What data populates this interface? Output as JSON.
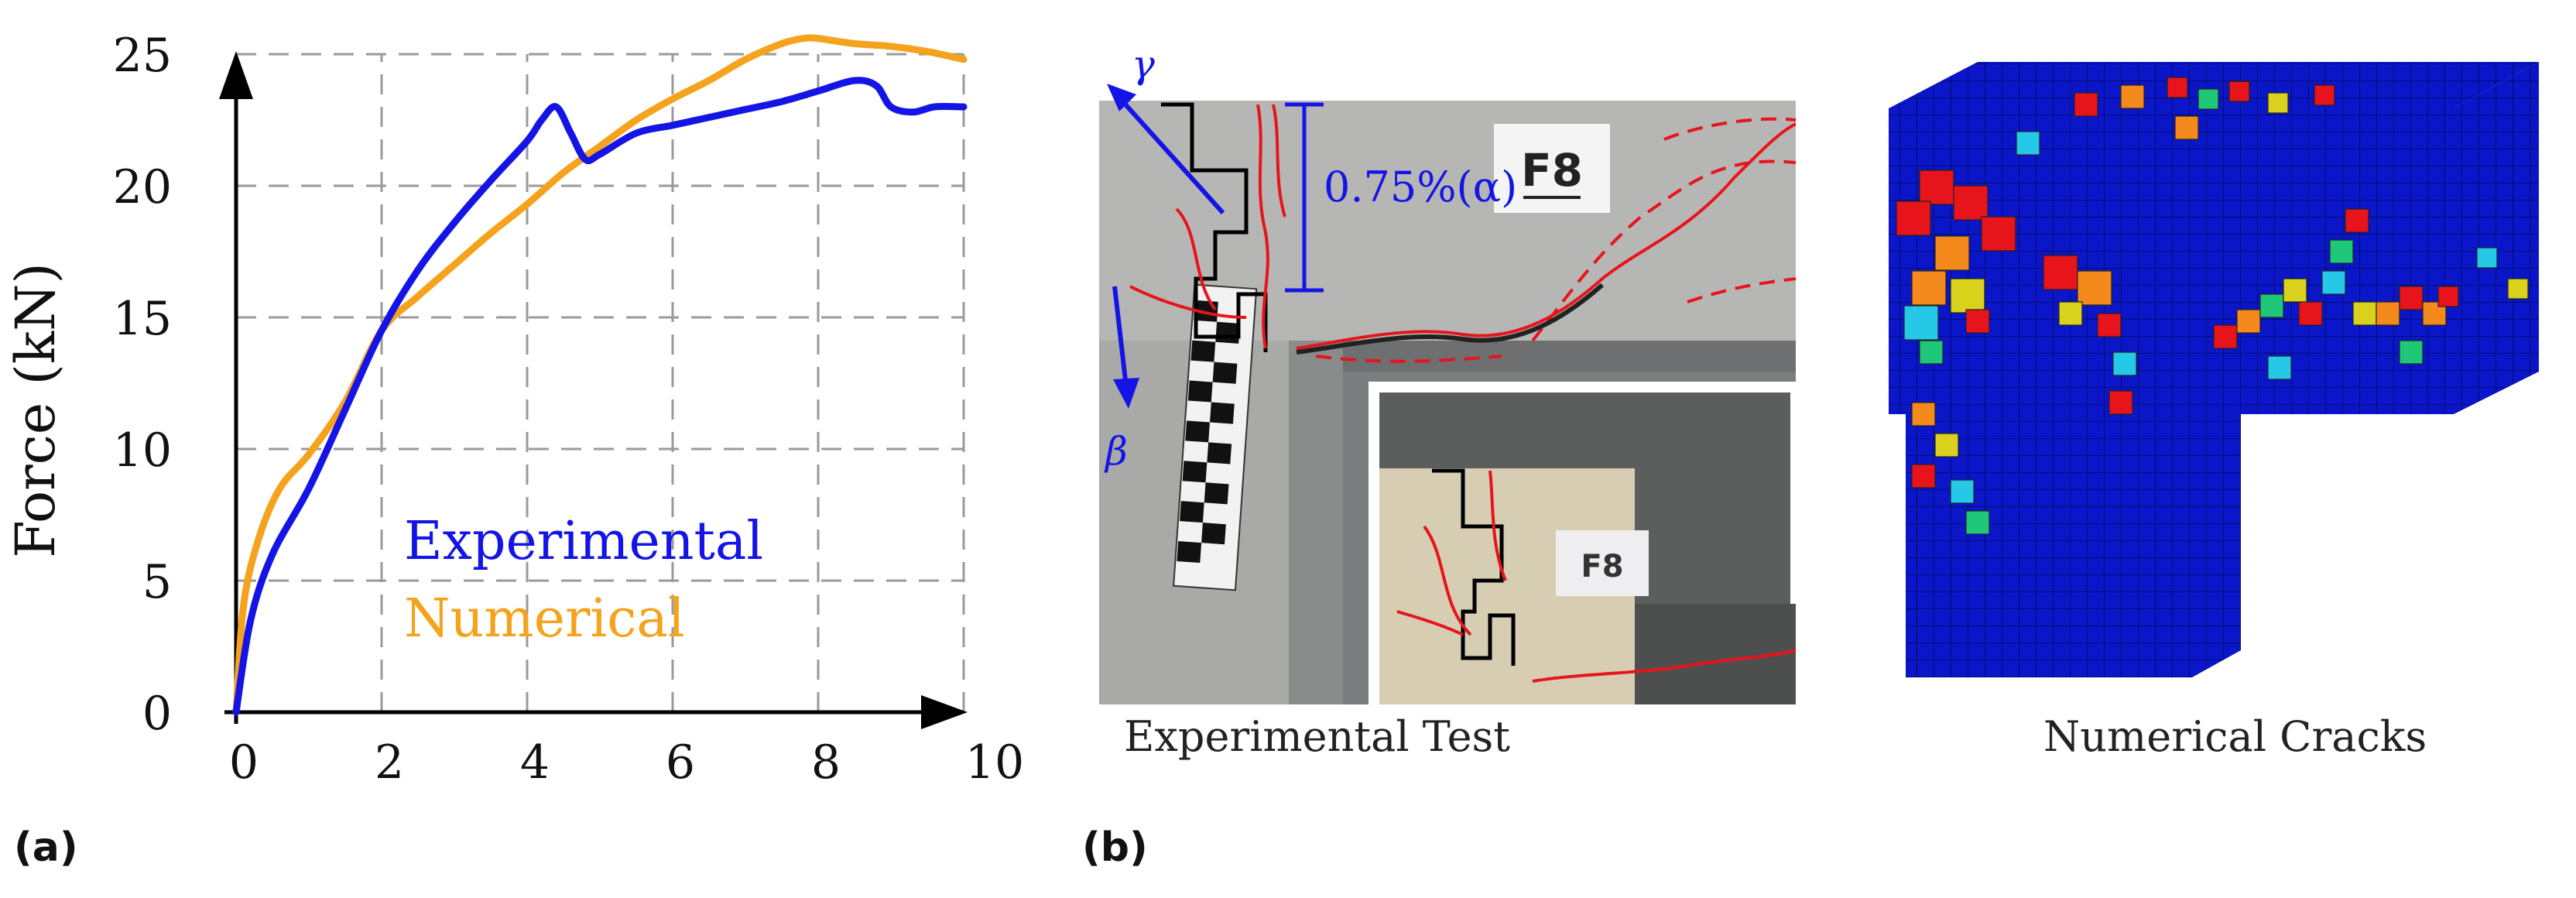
{
  "figure": {
    "label_a": "(a)",
    "label_b": "(b)",
    "caption_experimental": "Experimental Test",
    "caption_numerical": "Numerical Cracks",
    "photo_labels": {
      "specimen_tag": "F8",
      "drift": "0.75%(α)",
      "gamma": "γ",
      "beta": "β"
    }
  },
  "colors": {
    "experimental": "#1414e6",
    "numerical": "#f5a21c",
    "crack": "#e8141c",
    "mesh": "#0a16c8"
  },
  "chart_data": {
    "type": "line",
    "xlabel": "",
    "ylabel": "Force (kN)",
    "xlim": [
      0,
      10
    ],
    "ylim": [
      0,
      25
    ],
    "xticks": [
      0,
      2,
      4,
      6,
      8,
      10
    ],
    "yticks": [
      0,
      5,
      10,
      15,
      20,
      25
    ],
    "grid": true,
    "legend_position": "bottom-right",
    "series": [
      {
        "name": "Experimental",
        "x": [
          0,
          0.2,
          0.5,
          1.0,
          1.5,
          2.0,
          2.5,
          3.0,
          3.5,
          4.0,
          4.2,
          4.4,
          4.6,
          4.8,
          5.0,
          5.5,
          6.0,
          6.5,
          7.0,
          7.5,
          8.0,
          8.5,
          8.8,
          9.0,
          9.3,
          9.6,
          10.0
        ],
        "y": [
          0,
          3.5,
          6.0,
          8.5,
          11.5,
          14.5,
          16.8,
          18.6,
          20.2,
          21.7,
          22.5,
          23.0,
          22.0,
          21.0,
          21.2,
          22.0,
          22.3,
          22.6,
          22.9,
          23.2,
          23.6,
          24.0,
          23.8,
          23.0,
          22.8,
          23.0,
          23.0
        ]
      },
      {
        "name": "Numerical",
        "x": [
          0,
          0.1,
          0.3,
          0.6,
          1.0,
          1.5,
          2.0,
          2.5,
          3.0,
          3.5,
          4.0,
          4.5,
          5.0,
          5.5,
          6.0,
          6.5,
          7.0,
          7.5,
          7.8,
          8.0,
          8.5,
          9.0,
          9.5,
          10.0
        ],
        "y": [
          0,
          4.0,
          6.5,
          8.5,
          9.8,
          11.8,
          14.5,
          15.8,
          17.0,
          18.2,
          19.3,
          20.5,
          21.5,
          22.5,
          23.3,
          24.0,
          24.8,
          25.4,
          25.6,
          25.6,
          25.4,
          25.3,
          25.1,
          24.8
        ]
      }
    ]
  }
}
